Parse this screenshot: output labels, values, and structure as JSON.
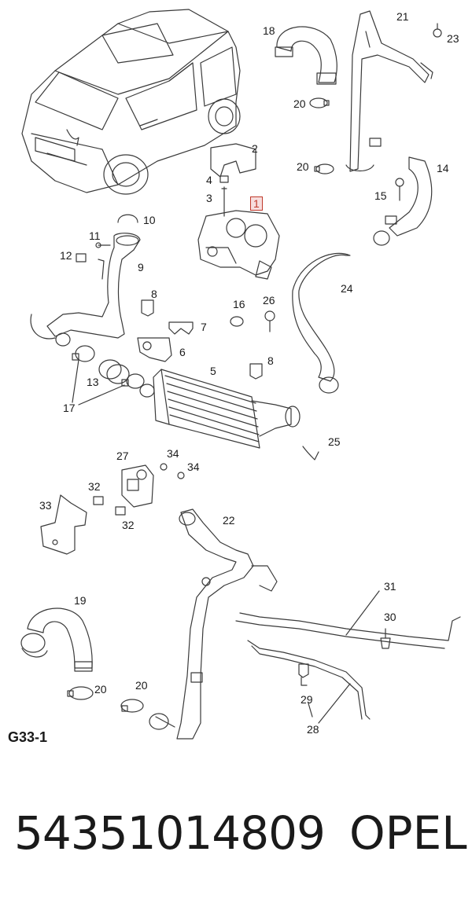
{
  "diagram": {
    "figure_label": "G33-1",
    "part_number": "54351014809",
    "brand": "OPEL",
    "highlight_color": "#c0392b",
    "line_color": "#3a3a3a",
    "callouts": [
      {
        "id": "c21",
        "text": "21"
      },
      {
        "id": "c23",
        "text": "23"
      },
      {
        "id": "c18",
        "text": "18"
      },
      {
        "id": "c20a",
        "text": "20"
      },
      {
        "id": "c20b",
        "text": "20"
      },
      {
        "id": "c14",
        "text": "14"
      },
      {
        "id": "c15",
        "text": "15"
      },
      {
        "id": "c2",
        "text": "2"
      },
      {
        "id": "c4",
        "text": "4"
      },
      {
        "id": "c3",
        "text": "3"
      },
      {
        "id": "c1",
        "text": "1"
      },
      {
        "id": "c10",
        "text": "10"
      },
      {
        "id": "c11",
        "text": "11"
      },
      {
        "id": "c12",
        "text": "12"
      },
      {
        "id": "c9",
        "text": "9"
      },
      {
        "id": "c24",
        "text": "24"
      },
      {
        "id": "c8a",
        "text": "8"
      },
      {
        "id": "c16",
        "text": "16"
      },
      {
        "id": "c26",
        "text": "26"
      },
      {
        "id": "c7",
        "text": "7"
      },
      {
        "id": "c6",
        "text": "6"
      },
      {
        "id": "c8b",
        "text": "8"
      },
      {
        "id": "c13",
        "text": "13"
      },
      {
        "id": "c5",
        "text": "5"
      },
      {
        "id": "c17",
        "text": "17"
      },
      {
        "id": "c25",
        "text": "25"
      },
      {
        "id": "c27",
        "text": "27"
      },
      {
        "id": "c34a",
        "text": "34"
      },
      {
        "id": "c34b",
        "text": "34"
      },
      {
        "id": "c32a",
        "text": "32"
      },
      {
        "id": "c33",
        "text": "33"
      },
      {
        "id": "c32b",
        "text": "32"
      },
      {
        "id": "c22",
        "text": "22"
      },
      {
        "id": "c31",
        "text": "31"
      },
      {
        "id": "c19",
        "text": "19"
      },
      {
        "id": "c30",
        "text": "30"
      },
      {
        "id": "c20c",
        "text": "20"
      },
      {
        "id": "c20d",
        "text": "20"
      },
      {
        "id": "c29",
        "text": "29"
      },
      {
        "id": "c28",
        "text": "28"
      }
    ]
  }
}
